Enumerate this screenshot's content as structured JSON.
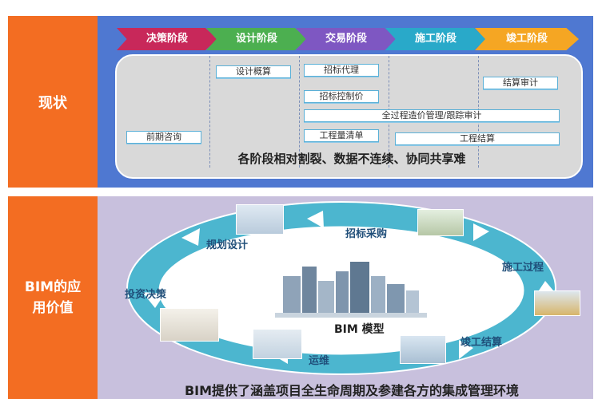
{
  "sections": {
    "current": "现状",
    "bim_value": "BIM的应用价值"
  },
  "stages": [
    {
      "label": "决策阶段",
      "color": "#c8285a"
    },
    {
      "label": "设计阶段",
      "color": "#4caf50"
    },
    {
      "label": "交易阶段",
      "color": "#7e57c2"
    },
    {
      "label": "施工阶段",
      "color": "#29a9c9"
    },
    {
      "label": "竣工阶段",
      "color": "#f5a623"
    }
  ],
  "tasks": {
    "early_consult": "前期咨询",
    "design_estimate": "设计概算",
    "bid_agent": "招标代理",
    "bid_control_price": "招标控制价",
    "full_cost_mgmt": "全过程造价管理/跟踪审计",
    "bill_of_quantities": "工程量清单",
    "project_settlement": "工程结算",
    "final_audit": "结算审计"
  },
  "summary_text": "各阶段相对割裂、数据不连续、协同共享难",
  "lifecycle": {
    "planning_design": "规划设计",
    "bidding_purchase": "招标采购",
    "construction_process": "施工过程",
    "investment_decision": "投资决策",
    "completion_settlement": "竣工结算",
    "operation": "运维",
    "center": "BIM 模型"
  },
  "bottom_caption": "BIM提供了涵盖项目全生命周期及参建各方的集成管理环境",
  "colors": {
    "orange": "#f36d22",
    "blue_panel": "#4f78d1",
    "purple_panel": "#c8c0dd",
    "ring": "#4cb6cf"
  }
}
